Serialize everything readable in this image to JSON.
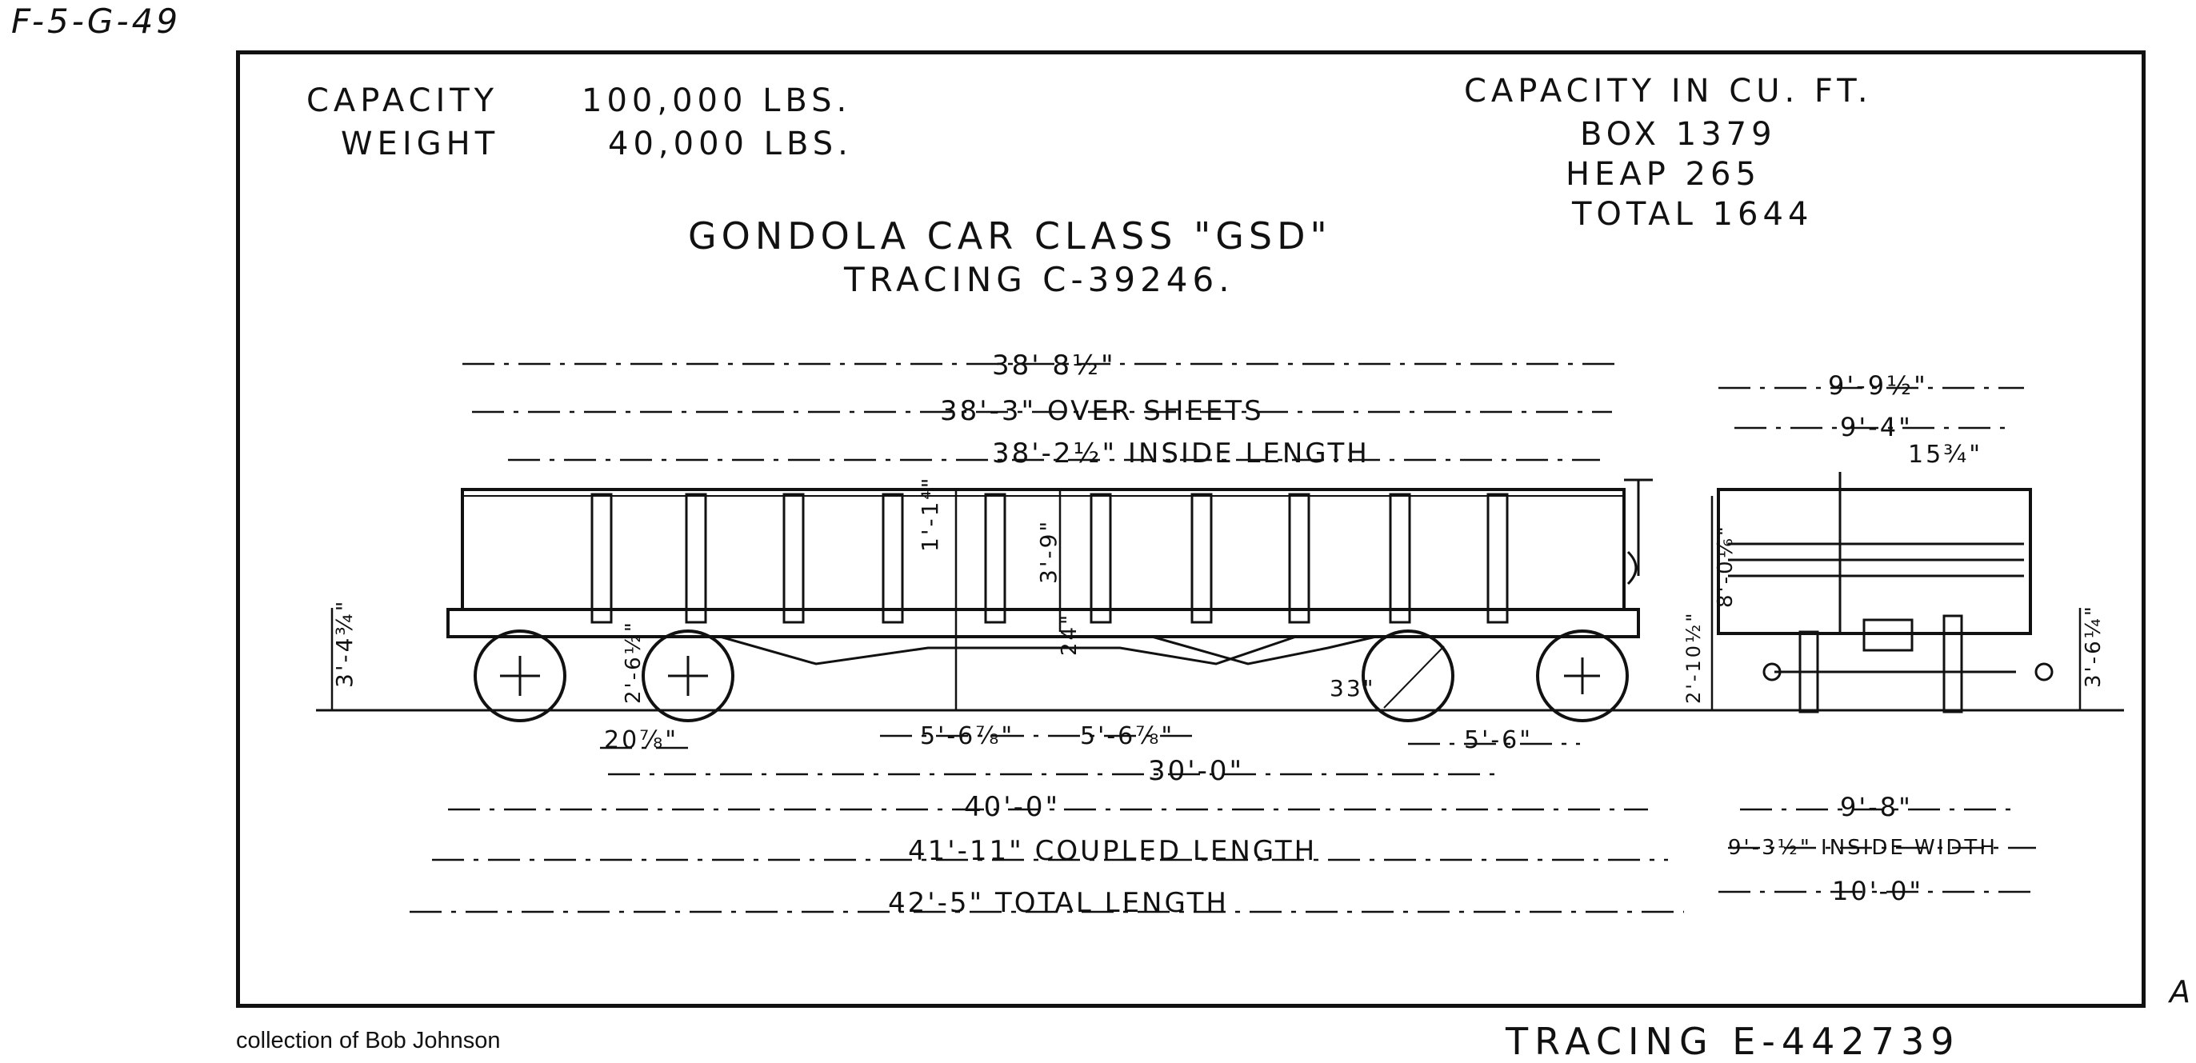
{
  "sheet_id": "F-5-G-49",
  "header_left": {
    "capacity_label": "CAPACITY",
    "capacity_value": "100,000 LBS.",
    "weight_label": "WEIGHT",
    "weight_value": "40,000 LBS."
  },
  "header_right": {
    "title": "CAPACITY IN CU. FT.",
    "box": "BOX 1379",
    "heap": "HEAP 265",
    "total": "TOTAL 1644"
  },
  "title": "GONDOLA CAR CLASS \"GSD\"",
  "tracing_top": "TRACING C-39246.",
  "dimensions": {
    "over_all": "38' 8½\"",
    "over_sheets": "38'-3\" OVER SHEETS",
    "inside_length": "38'-2½\" INSIDE LENGTH",
    "side_height_1": "1'-1⁴\"",
    "side_height_2": "3'-9\"",
    "floor_height": "3'-4¾\"",
    "wheel_off": "2'-6½\"",
    "base_24": "24\"",
    "wheel_dia": "33\"",
    "axle_offset": "20⅞\"",
    "dist_a": "5'-6⅞\"",
    "dist_b": "5'-6⅞\"",
    "wheelbase": "5'-6\"",
    "truck_centers": "30'-0\"",
    "over_body": "40'-0\"",
    "coupled_length": "41'-11\" COUPLED LENGTH",
    "total_length": "42'-5\" TOTAL LENGTH",
    "end_width_top": "9'-9½\"",
    "end_width_2": "9'-4\"",
    "end_15": "15¾\"",
    "end_height": "8'-0⅙\"",
    "end_102": "2'-10½\"",
    "end_36": "3'-6¼\"",
    "width_bottom": "9'-8\"",
    "inside_width": "9'-3½\" INSIDE WIDTH",
    "overall_width": "10'-0\""
  },
  "tracing_bottom": "TRACING E-442739",
  "credit": "collection of Bob Johnson",
  "edge_mark": "A"
}
